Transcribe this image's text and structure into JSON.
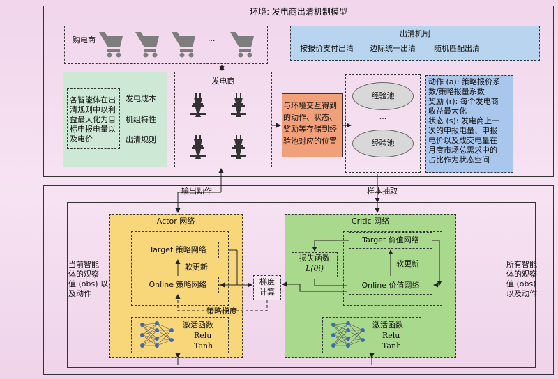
{
  "env": {
    "title": "环境: 发电商出清机制模型",
    "buyer_label": "购电商",
    "cart_ellipsis": "···",
    "clearing": {
      "title": "出清机制",
      "options": [
        "按报价支付出清",
        "边际统一出清",
        "随机匹配出清"
      ]
    },
    "agent_box": {
      "lines": [
        "各智能体在出",
        "清规则中以利",
        "益最大化为目",
        "标申报电量以",
        "及电价"
      ],
      "factors": [
        "发电成本",
        "机组特性",
        "出清规则"
      ]
    },
    "generator_label": "发电商",
    "interaction_lines": [
      "与环境交互得到",
      "的动作、状态、",
      "奖励等存储到经",
      "验池对应的位置"
    ],
    "pool_label": "经验池",
    "pool_ellipsis": "···",
    "definition_lines": [
      "动作 (a): 策略报价系",
      "数/策略报量系数",
      "奖励 (r): 每个发电商",
      "收益最大化",
      "状态 (s): 发电商上一",
      "次的申报电量、申报",
      "电价以及成交电量在",
      "月度市场总需求中的",
      "占比作为状态空间"
    ]
  },
  "agent": {
    "output_action": "输出动作",
    "sample_draw": "样本抽取",
    "left_note": [
      "当前智能",
      "体的观察",
      "值 (obs) 以",
      "及动作"
    ],
    "right_note": [
      "所有智能",
      "体的观察",
      "值 (obs)",
      "以及动作"
    ],
    "actor": {
      "title": "Actor 网络",
      "target": "Target 策略网络",
      "soft_update": "软更新",
      "online": "Online 策略网络",
      "activation": [
        "激活函数",
        "Relu",
        "Tanh"
      ]
    },
    "gradient_calc": [
      "梯度",
      "计算"
    ],
    "policy_gradient": "策略梯度",
    "critic": {
      "title": "Critic 网络",
      "loss": [
        "损失函数",
        "L(θi)"
      ],
      "target": "Target 价值网络",
      "soft_update": "软更新",
      "online": "Online 价值网络",
      "activation": [
        "激活函数",
        "Relu",
        "Tanh"
      ]
    }
  },
  "colors": {
    "clearing_bg": "#b8d4ee",
    "agent_bg": "#cde8d4",
    "interaction_bg": "#f2a07a",
    "definition_bg": "#a9c6ec",
    "actor_bg": "#f8d67a",
    "critic_bg": "#a9d98c",
    "cart": "#7d7d7d",
    "generator": "#333333"
  }
}
